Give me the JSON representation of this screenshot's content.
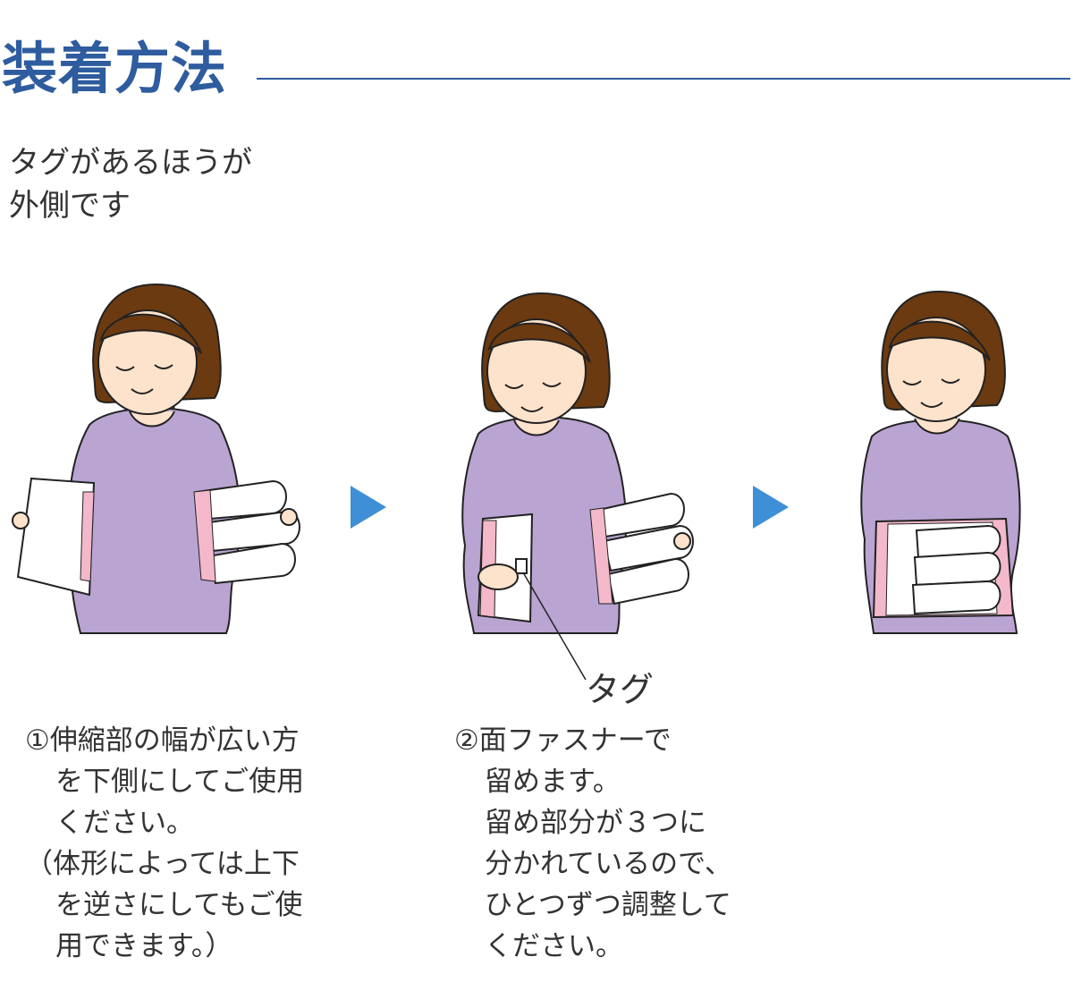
{
  "heading": "装着方法",
  "intro": {
    "line1": "タグがあるほうが",
    "line2": "外側です"
  },
  "tag_label": "タグ",
  "step1": [
    "①伸縮部の幅が広い方",
    "を下側にしてご使用",
    "ください。",
    "（体形によっては上下",
    "を逆さにしてもご使",
    "用できます。）"
  ],
  "step2": [
    "②面ファスナーで",
    "留めます。",
    "留め部分が３つに",
    "分かれているので、",
    "ひとつずつ調整して",
    "ください。"
  ],
  "colors": {
    "accent": "#2e5c9e",
    "arrow": "#3f8fd6",
    "dress": "#b9a4d2",
    "hair": "#6b3a10",
    "skin": "#fde3cc",
    "pink": "#f3b9cb"
  }
}
